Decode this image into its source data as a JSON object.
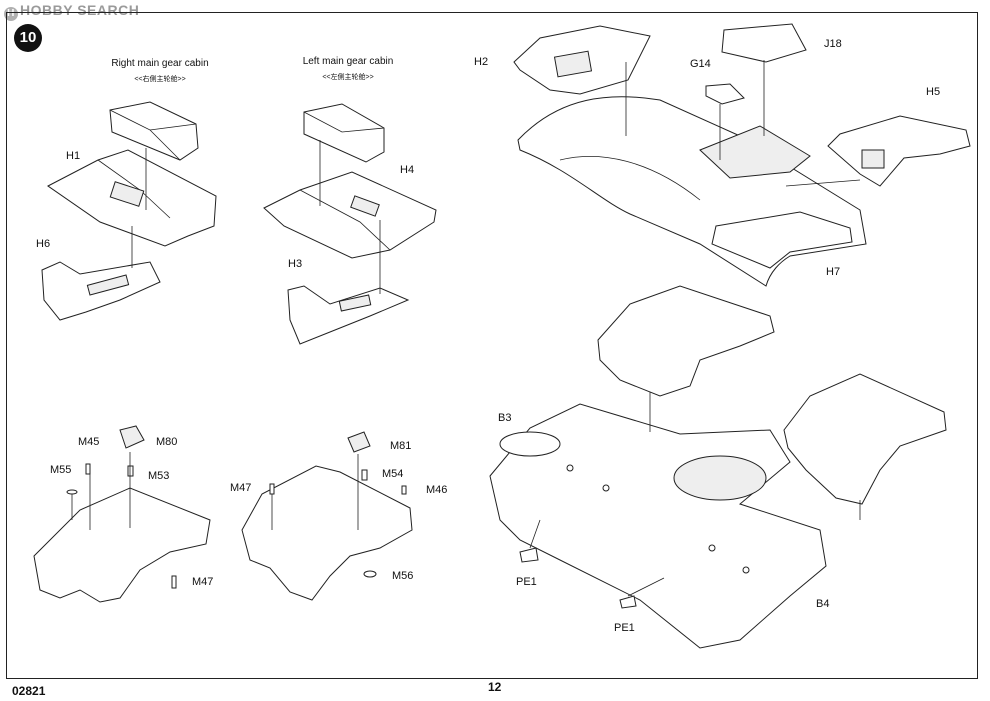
{
  "watermark": "HOBBY SEARCH",
  "step_number": "10",
  "titles": {
    "right_cabin_en": "Right main gear cabin",
    "right_cabin_cn": "<<右側主轮舱>>",
    "left_cabin_en": "Left main gear cabin",
    "left_cabin_cn": "<<左側主轮舱>>"
  },
  "parts": {
    "H1": "H1",
    "H6": "H6",
    "H4": "H4",
    "H3": "H3",
    "H2": "H2",
    "G14": "G14",
    "J18": "J18",
    "H5": "H5",
    "H7": "H7",
    "M45": "M45",
    "M80": "M80",
    "M55": "M55",
    "M53": "M53",
    "M47a": "M47",
    "M81": "M81",
    "M47b": "M47",
    "M54": "M54",
    "M46": "M46",
    "M56": "M56",
    "B3": "B3",
    "B4": "B4",
    "PE1a": "PE1",
    "PE1b": "PE1"
  },
  "footer": {
    "kit_number": "02821",
    "page_number": "12"
  }
}
